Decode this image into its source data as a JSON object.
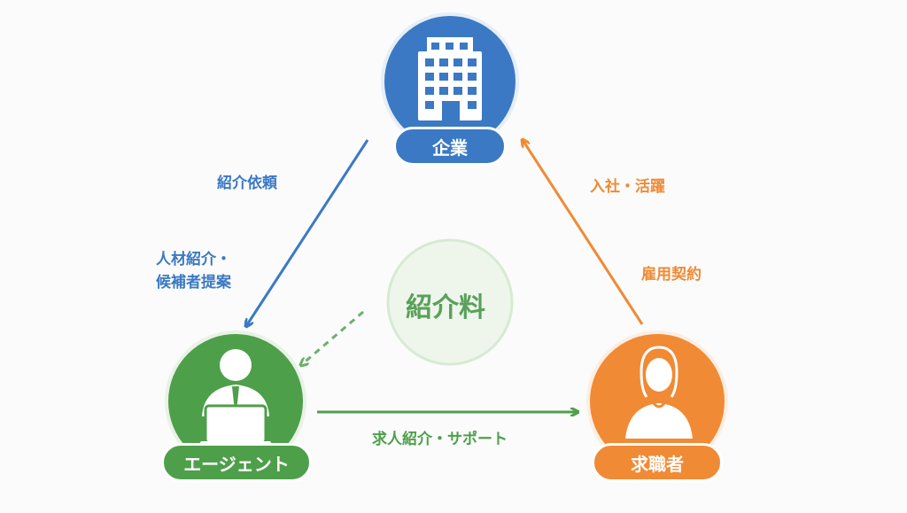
{
  "colors": {
    "company": "#3b79c4",
    "agent": "#4e9f4a",
    "seeker": "#f08a35",
    "fee": "#6bb06b",
    "fee_circle_fill": "#eef6ec",
    "fee_circle_stroke": "#d7ead3"
  },
  "nodes": {
    "company": {
      "label": "企業",
      "icon": "office-building-icon"
    },
    "agent": {
      "label": "エージェント",
      "icon": "person-with-laptop-icon"
    },
    "seeker": {
      "label": "求職者",
      "icon": "female-person-icon"
    }
  },
  "center": {
    "label": "紹介料"
  },
  "edges": {
    "company_to_agent": {
      "label_1": "紹介依頼",
      "label_2_line1": "人材紹介・",
      "label_2_line2": "候補者提案"
    },
    "agent_to_seeker": {
      "label": "求人紹介・サポート"
    },
    "seeker_to_company": {
      "label_1": "入社・活躍",
      "label_2": "雇用契約"
    }
  }
}
